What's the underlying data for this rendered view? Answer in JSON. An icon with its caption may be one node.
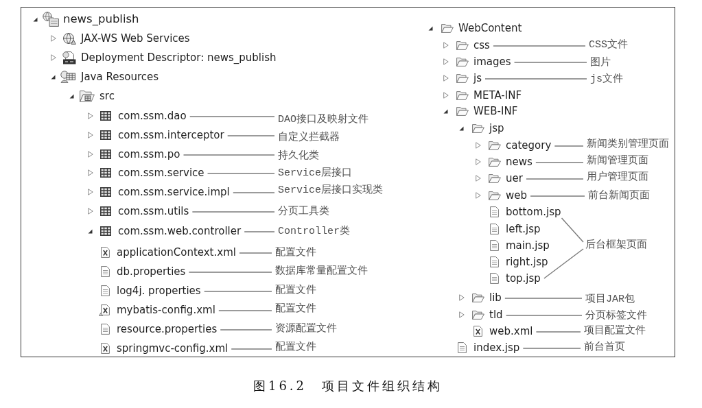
{
  "diagram": {
    "caption": "图16.2　项目文件组织结构",
    "nodes": [
      {
        "text": [
          "com.ssm.dao"
        ]
      },
      {
        "text": [
          "DAO接口及映射文件"
        ]
      },
      {
        "text": [
          "com.ssm.interceptor"
        ]
      },
      {
        "text": [
          "自定义拦截器"
        ]
      },
      {
        "text": [
          "com.ssm.po"
        ]
      },
      {
        "text": [
          "持久化类"
        ]
      },
      {
        "text": [
          "com.ssm.service"
        ]
      },
      {
        "text": [
          "Service层接口"
        ]
      },
      {
        "text": [
          "com.ssm.service.impl"
        ]
      },
      {
        "text": [
          "Service层接口实现类"
        ]
      },
      {
        "text": [
          "com.ssm.utils"
        ]
      },
      {
        "text": [
          "分页工具类"
        ]
      },
      {
        "text": [
          "com.ssm.web.controller"
        ]
      },
      {
        "text": [
          "Controller类"
        ]
      },
      {
        "text": [
          "applicationContext.xml"
        ]
      },
      {
        "text": [
          "配置文件"
        ]
      },
      {
        "text": [
          "db.properties"
        ]
      },
      {
        "text": [
          "数据库常量配置文件"
        ]
      },
      {
        "text": [
          "log4j. properties"
        ]
      },
      {
        "text": [
          "配置文件"
        ]
      },
      {
        "text": [
          "mybatis-config.xml"
        ]
      },
      {
        "text": [
          "配置文件"
        ]
      },
      {
        "text": [
          "resource.properties"
        ]
      },
      {
        "text": [
          "资源配置文件"
        ]
      },
      {
        "text": [
          "springmvc-config.xml"
        ]
      },
      {
        "text": [
          "配置文件"
        ]
      },
      {
        "text": [
          "css"
        ]
      },
      {
        "text": [
          "CSS文件"
        ]
      },
      {
        "text": [
          "images"
        ]
      },
      {
        "text": [
          "图片"
        ]
      },
      {
        "text": [
          "js"
        ]
      },
      {
        "text": [
          "js文件"
        ]
      },
      {
        "text": [
          "category"
        ]
      },
      {
        "text": [
          "新闻类别管理页面"
        ]
      },
      {
        "text": [
          "news"
        ]
      },
      {
        "text": [
          "新闻管理页面"
        ]
      },
      {
        "text": [
          "uer"
        ]
      },
      {
        "text": [
          "用户管理页面"
        ]
      },
      {
        "text": [
          "web"
        ]
      },
      {
        "text": [
          "前台新闻页面"
        ]
      },
      {
        "text": [
          "bottom.jsp"
        ]
      },
      {
        "text": [
          "后台框架页面"
        ]
      },
      {
        "text": [
          "top.jsp"
        ]
      },
      {
        "text": [
          "lib"
        ]
      },
      {
        "text": [
          "项目JAR包"
        ]
      },
      {
        "text": [
          "tld"
        ]
      },
      {
        "text": [
          "分页标签文件"
        ]
      },
      {
        "text": [
          "web.xml"
        ]
      },
      {
        "text": [
          "项目配置文件"
        ]
      },
      {
        "text": [
          "index.jsp"
        ]
      },
      {
        "text": [
          "前台首页"
        ]
      }
    ],
    "edges": [
      {
        "from": 1,
        "to": 0,
        "arrow": "none"
      },
      {
        "from": 3,
        "to": 2,
        "arrow": "none"
      },
      {
        "from": 5,
        "to": 4,
        "arrow": "none"
      },
      {
        "from": 7,
        "to": 6,
        "arrow": "none"
      },
      {
        "from": 9,
        "to": 8,
        "arrow": "none"
      },
      {
        "from": 11,
        "to": 10,
        "arrow": "none"
      },
      {
        "from": 13,
        "to": 12,
        "arrow": "none"
      },
      {
        "from": 15,
        "to": 14,
        "arrow": "none"
      },
      {
        "from": 17,
        "to": 16,
        "arrow": "none"
      },
      {
        "from": 19,
        "to": 18,
        "arrow": "none"
      },
      {
        "from": 21,
        "to": 20,
        "arrow": "none"
      },
      {
        "from": 23,
        "to": 22,
        "arrow": "none"
      },
      {
        "from": 25,
        "to": 24,
        "arrow": "none"
      },
      {
        "from": 27,
        "to": 26,
        "arrow": "none"
      },
      {
        "from": 29,
        "to": 28,
        "arrow": "none"
      },
      {
        "from": 31,
        "to": 30,
        "arrow": "none"
      },
      {
        "from": 33,
        "to": 32,
        "arrow": "none"
      },
      {
        "from": 35,
        "to": 34,
        "arrow": "none"
      },
      {
        "from": 37,
        "to": 36,
        "arrow": "none"
      },
      {
        "from": 39,
        "to": 38,
        "arrow": "none"
      },
      {
        "from": 41,
        "to": 40,
        "arrow": "none"
      },
      {
        "from": 41,
        "to": 42,
        "arrow": "none"
      },
      {
        "from": 44,
        "to": 43,
        "arrow": "none"
      },
      {
        "from": 46,
        "to": 45,
        "arrow": "none"
      },
      {
        "from": 48,
        "to": 47,
        "arrow": "none"
      },
      {
        "from": 50,
        "to": 49,
        "arrow": "none"
      }
    ],
    "labels": [
      "news_publish",
      "JAX-WS Web Services",
      "Deployment Descriptor: news_publish",
      "Java Resources",
      "src",
      "WebContent",
      "META-INF",
      "WEB-INF",
      "jsp",
      "left.jsp",
      "main.jsp",
      "right.jsp"
    ]
  }
}
